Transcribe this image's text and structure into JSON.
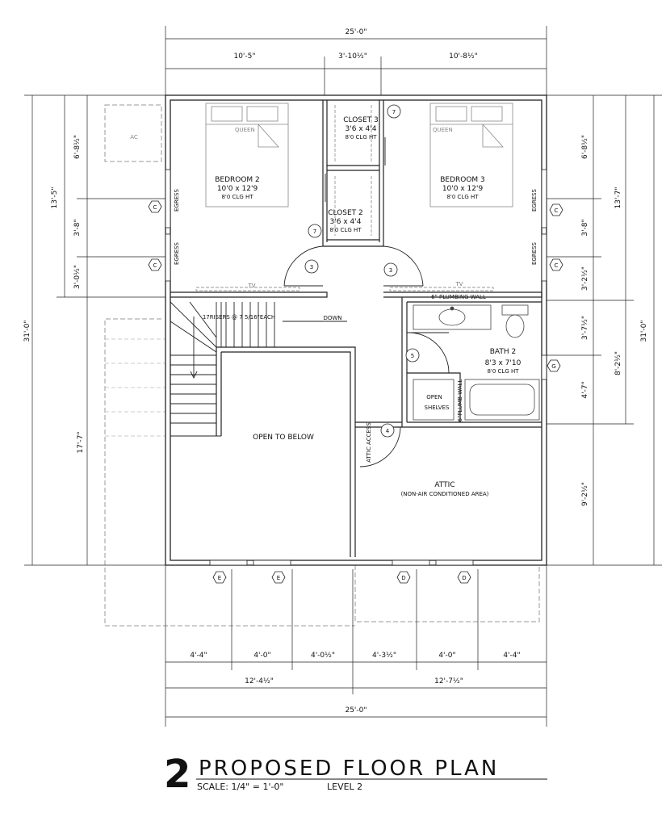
{
  "dimensions": {
    "top_overall": "25'-0\"",
    "top_segments": [
      "10'-5\"",
      "3'-10½\"",
      "10'-8½\""
    ],
    "left_outer_top": "13'-5\"",
    "left_outer_bottom": "17'-7\"",
    "left_overall": "31'-0\"",
    "left_segments": [
      "6'-8½\"",
      "3'-8\"",
      "3'-0½\""
    ],
    "right_segments": [
      "6'-8½\"",
      "3'-8\"",
      "3'-2½\"",
      "3'-7½\"",
      "4'-7\"",
      "9'-2½\""
    ],
    "right_mid": [
      "13'-7\"",
      "8'-2½\""
    ],
    "right_overall": "31'-0\"",
    "bottom_segments": [
      "4'-4\"",
      "4'-0\"",
      "4'-0½\"",
      "4'-3½\"",
      "4'-0\"",
      "4'-4\""
    ],
    "bottom_halves": [
      "12'-4½\"",
      "12'-7½\""
    ],
    "bottom_overall": "25'-0\""
  },
  "rooms": {
    "bedroom2": {
      "name": "BEDROOM 2",
      "size": "10'0 x 12'9",
      "ceiling": "8'0 CLG HT",
      "bed": "QUEEN"
    },
    "bedroom3": {
      "name": "BEDROOM 3",
      "size": "10'0 x 12'9",
      "ceiling": "8'0 CLG HT",
      "bed": "QUEEN"
    },
    "closet3": {
      "name": "CLOSET 3",
      "size": "3'6 x 4'4",
      "ceiling": "8'0 CLG HT"
    },
    "closet2": {
      "name": "CLOSET 2",
      "size": "3'6 x 4'4",
      "ceiling": "8'0 CLG HT"
    },
    "bath2": {
      "name": "BATH 2",
      "size": "8'3 x 7'10",
      "ceiling": "8'0 CLG HT"
    },
    "attic": {
      "name": "ATTIC",
      "note": "(NON-AIR CONDITIONED AREA)"
    },
    "open_to_below": "OPEN TO BELOW"
  },
  "labels": {
    "ac": "AC",
    "egress": "EGRESS",
    "tv": "TV",
    "stair_risers": "17RISERS @ 7 5/16\"EACH",
    "down": "DOWN",
    "plumbing_wall": "6\" PLUMBING WALL",
    "plumb_wall": "6\"PLUMB WALL",
    "open_shelves": [
      "OPEN",
      "SHELVES"
    ],
    "attic_access": "ATTIC ACCESS"
  },
  "tags": {
    "doors": [
      "7",
      "7",
      "3",
      "3",
      "5",
      "4"
    ],
    "windows": [
      "C",
      "C",
      "C",
      "C",
      "G",
      "E",
      "E",
      "D",
      "D"
    ]
  },
  "title": {
    "number": "2",
    "main": "PROPOSED FLOOR PLAN",
    "scale": "SCALE: 1/4\" = 1'-0\"",
    "level": "LEVEL 2"
  }
}
